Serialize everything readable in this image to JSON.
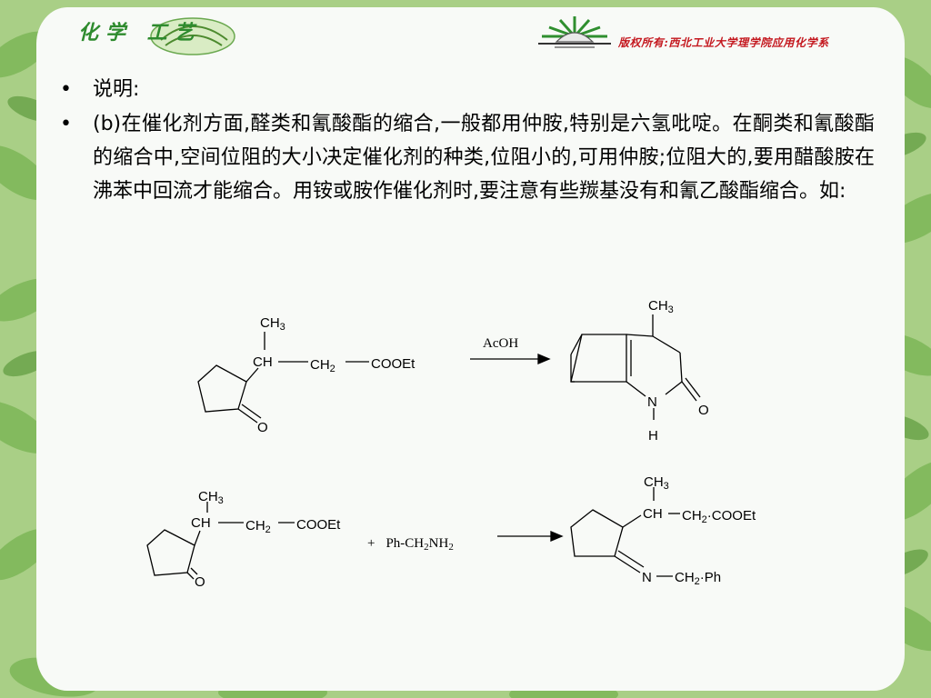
{
  "header": {
    "logo_text": "化学 工艺",
    "copyright": "版权所有:西北工业大学理学院应用化学系"
  },
  "bullets": [
    {
      "text": "说明:"
    },
    {
      "text": "(b)在催化剂方面,醛类和氰酸酯的缩合,一般都用仲胺,特别是六氢吡啶。在酮类和氰酸酯的缩合中,空间位阻的大小决定催化剂的种类,位阻小的,可用仲胺;位阻大的,要用醋酸胺在沸苯中回流才能缩合。用铵或胺作催化剂时,要注意有些羰基没有和氰乙酸酯缩合。如:"
    }
  ],
  "reaction1": {
    "reactant": {
      "ch3": "CH",
      "ch3_sub": "3",
      "ch": "CH",
      "ch2": "CH",
      "ch2_sub": "2",
      "ester": "COOEt",
      "o": "O"
    },
    "reagent": "AcOH",
    "product": {
      "ch3": "CH",
      "ch3_sub": "3",
      "n": "N",
      "h": "H",
      "o": "O"
    }
  },
  "reaction2": {
    "reactant": {
      "ch3": "CH",
      "ch3_sub": "3",
      "ch": "CH",
      "ch2": "CH",
      "ch2_sub": "2",
      "ester": "COOEt",
      "o": "O"
    },
    "reagent": {
      "plus": "+",
      "ph": "Ph-CH",
      "sub1": "2",
      "nh": "NH",
      "sub2": "2"
    },
    "product": {
      "ch3": "CH",
      "ch3_sub": "3",
      "ch": "CH",
      "ch2": "CH",
      "ch2_sub": "2",
      "ester": "·COOEt",
      "n": "N",
      "nch2": "CH",
      "nch2_sub": "2",
      "ph": "·Ph"
    }
  }
}
